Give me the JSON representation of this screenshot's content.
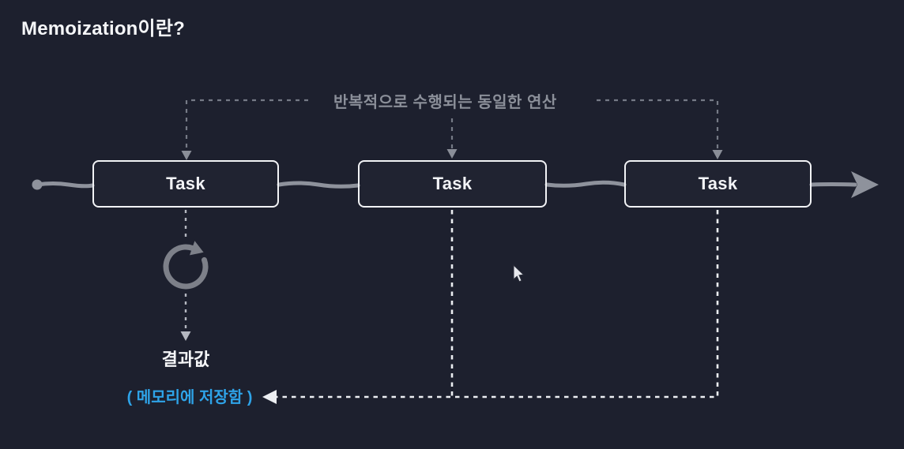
{
  "page": {
    "title": "Memoization이란?"
  },
  "diagram": {
    "caption": "반복적으로 수행되는 동일한 연산",
    "tasks": [
      {
        "label": "Task"
      },
      {
        "label": "Task"
      },
      {
        "label": "Task"
      }
    ],
    "result_label": "결과값",
    "memory_note": "( 메모리에 저장함 )",
    "icons": {
      "repeat_icon": "circular-refresh-arrow",
      "flow_arrow": "right-arrow",
      "return_arrow": "left-arrow-dashed",
      "cursor": "mouse-pointer"
    },
    "colors": {
      "background": "#1d202e",
      "box_border": "#f2f3f6",
      "text_primary": "#f5f6f8",
      "muted_grey": "#8b8f99",
      "line_grey": "#8e929c",
      "dashed_grey": "#757a86",
      "dashed_light": "#b4b7c0",
      "dashed_white": "#eceef2",
      "accent_blue": "#2ea3e8",
      "refresh_icon_grey": "#7d8089"
    }
  }
}
